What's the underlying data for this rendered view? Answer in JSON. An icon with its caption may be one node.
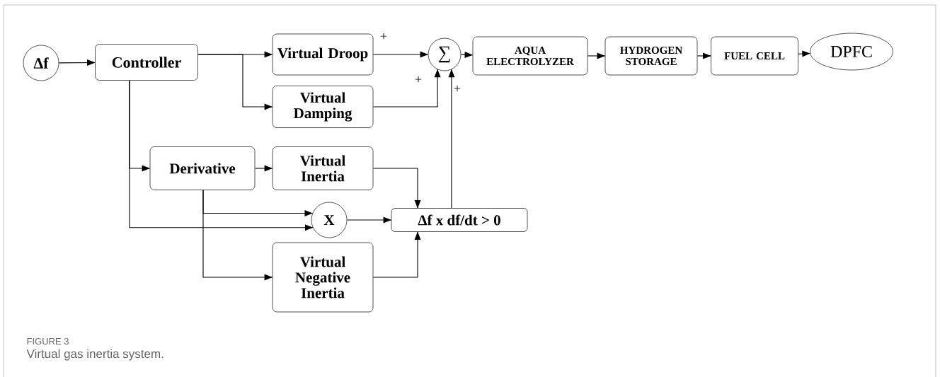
{
  "diagram": {
    "caption": "Virtual gas inertia system.",
    "nodes": [
      {
        "text": [
          "Δf"
        ]
      },
      {
        "text": [
          "Controller"
        ]
      },
      {
        "text": [
          "Virtual Droop"
        ]
      },
      {
        "text": [
          "Virtual Damping"
        ]
      },
      {
        "text": [
          "∑"
        ]
      },
      {
        "text": [
          "AQUA ELECTROLYZER"
        ]
      },
      {
        "text": [
          "HYDROGEN STORAGE"
        ]
      },
      {
        "text": [
          "FUEL CELL"
        ]
      },
      {
        "text": [
          "DPFC"
        ]
      },
      {
        "text": [
          "Derivative"
        ]
      },
      {
        "text": [
          "Virtual Inertia"
        ]
      },
      {
        "text": [
          "X"
        ]
      },
      {
        "text": [
          "Δf x df/dt > 0"
        ]
      },
      {
        "text": [
          "Virtual Negative Inertia"
        ]
      }
    ],
    "edges": [
      {
        "from": 0,
        "to": 1,
        "arrow": "to"
      },
      {
        "from": 1,
        "to": 2,
        "arrow": "to"
      },
      {
        "from": 1,
        "to": 3,
        "arrow": "to"
      },
      {
        "from": 2,
        "to": 4,
        "arrow": "to",
        "label": "+"
      },
      {
        "from": 3,
        "to": 4,
        "arrow": "to",
        "label": "+"
      },
      {
        "from": 12,
        "to": 4,
        "arrow": "to",
        "label": "+"
      },
      {
        "from": 4,
        "to": 5,
        "arrow": "to"
      },
      {
        "from": 5,
        "to": 6,
        "arrow": "to"
      },
      {
        "from": 6,
        "to": 7,
        "arrow": "to"
      },
      {
        "from": 7,
        "to": 8,
        "arrow": "to"
      },
      {
        "from": 1,
        "to": 9,
        "arrow": "to"
      },
      {
        "from": 9,
        "to": 10,
        "arrow": "to"
      },
      {
        "from": 1,
        "to": 11,
        "arrow": "to"
      },
      {
        "from": 9,
        "to": 11,
        "arrow": "to"
      },
      {
        "from": 9,
        "to": 13,
        "arrow": "to"
      },
      {
        "from": 10,
        "to": 12,
        "arrow": "to"
      },
      {
        "from": 11,
        "to": 12,
        "arrow": "to"
      },
      {
        "from": 13,
        "to": 12,
        "arrow": "to"
      }
    ],
    "labels": [
      "FIGURE 3"
    ]
  }
}
